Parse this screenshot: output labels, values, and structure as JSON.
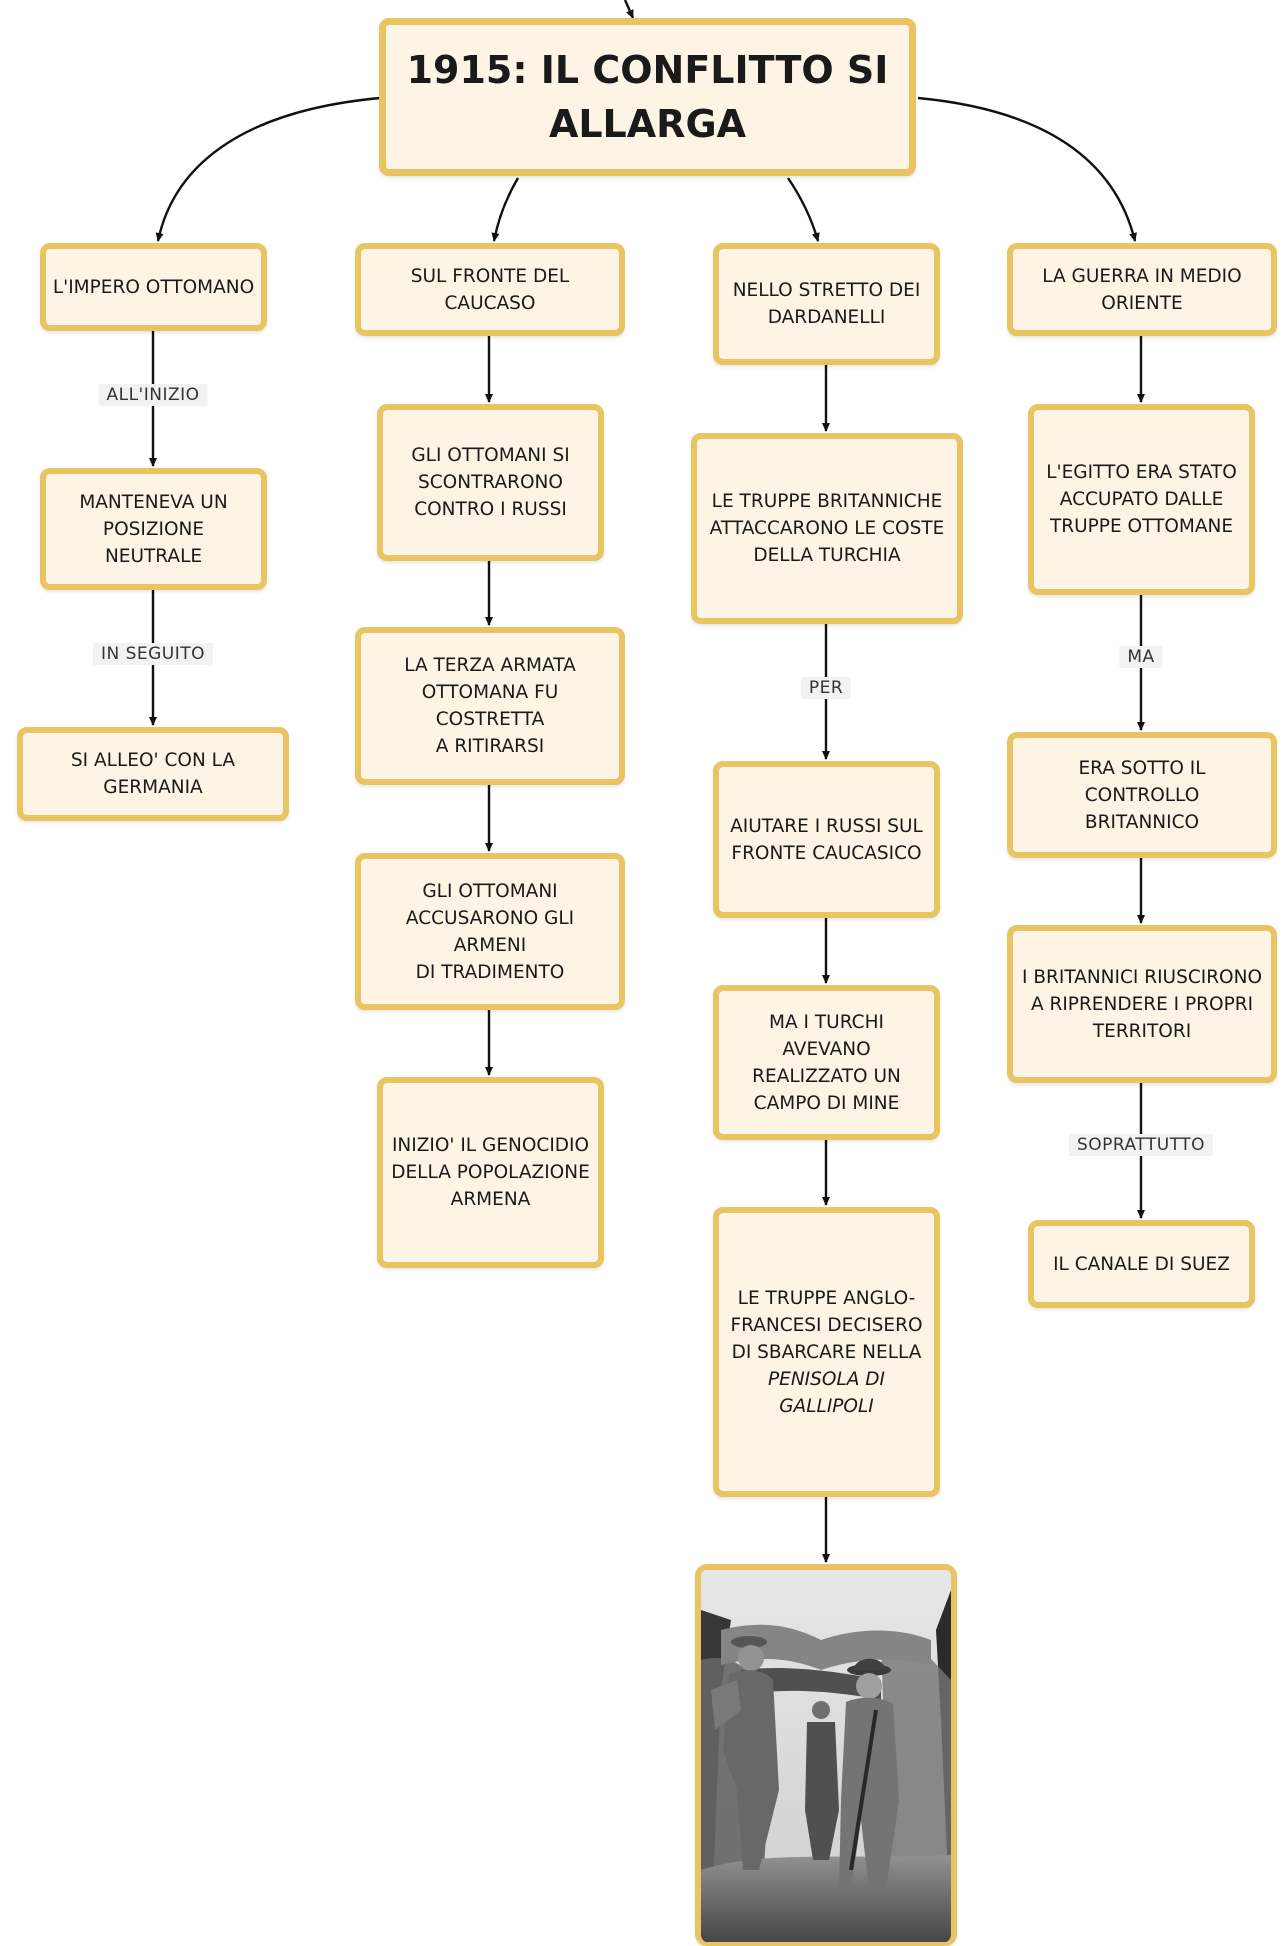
{
  "diagram": {
    "title": "1915: IL CONFLITTO SI\nALLARGA",
    "col1": {
      "head": "L'IMPERO OTTOMANO",
      "label1": "ALL'INIZIO",
      "node1": "MANTENEVA UN\nPOSIZIONE NEUTRALE",
      "label2": "IN SEGUITO",
      "node2": "SI ALLEO' CON LA\nGERMANIA"
    },
    "col2": {
      "head": "SUL FRONTE DEL CAUCASO",
      "node1": "GLI OTTOMANI SI\nSCONTRARONO\nCONTRO I RUSSI",
      "node2": "LA TERZA ARMATA\nOTTOMANA FU COSTRETTA\nA RITIRARSI",
      "node3": "GLI OTTOMANI\nACCUSARONO GLI ARMENI\nDI TRADIMENTO",
      "node4": "INIZIO' IL GENOCIDIO\nDELLA POPOLAZIONE\nARMENA"
    },
    "col3": {
      "head": "NELLO STRETTO DEI\nDARDANELLI",
      "node1": "LE TRUPPE BRITANNICHE\nATTACCARONO LE COSTE\nDELLA TURCHIA",
      "label1": "PER",
      "node2": "AIUTARE I RUSSI SUL\nFRONTE CAUCASICO",
      "node3": "MA I TURCHI AVEVANO\nREALIZZATO UN\nCAMPO DI MINE",
      "node4_plain": "LE TRUPPE ANGLO-\nFRANCESI DECISERO\nDI SBARCARE NELLA",
      "node4_italic": "PENISOLA DI\nGALLIPOLI"
    },
    "col4": {
      "head": "LA GUERRA IN MEDIO\nORIENTE",
      "node1": "L'EGITTO ERA STATO\nACCUPATO DALLE\nTRUPPE OTTOMANE",
      "label1": "MA",
      "node2": "ERA SOTTO IL CONTROLLO\nBRITANNICO",
      "node3": "I BRITANNICI RIUSCIRONO\nA RIPRENDERE I PROPRI\nTERRITORI",
      "label2": "SOPRATTUTTO",
      "node4": "IL CANALE DI SUEZ"
    }
  },
  "colors": {
    "box_fill": "#fdf4e6",
    "box_border": "#e9c462",
    "connector": "#111111",
    "label_bg": "#f2f2f2"
  }
}
